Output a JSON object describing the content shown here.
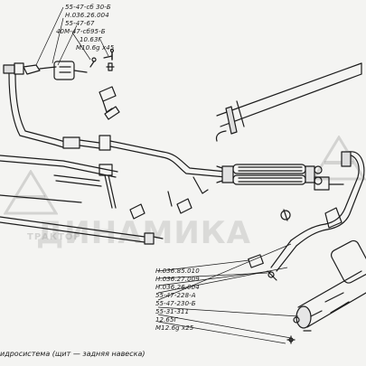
{
  "top_callouts": [
    "55-47-сб 30-Б",
    "Н.036.26.004",
    "55-47-67",
    "40М-47-сб95-Б",
    "10.63Г",
    "М10.6g х45"
  ],
  "bottom_callouts": [
    "Н.036.85.010",
    "Н.036.27.009",
    "Н.036.26.004",
    "55-47-228-А",
    "55-47-230-Б",
    "55-31-311",
    "12.65Г",
    "М12.6g х25"
  ],
  "caption": "идросистема (щит — задняя навеска)",
  "watermark": {
    "brand": "ДИНАМИКА",
    "sub": "ТРАКТОР"
  }
}
